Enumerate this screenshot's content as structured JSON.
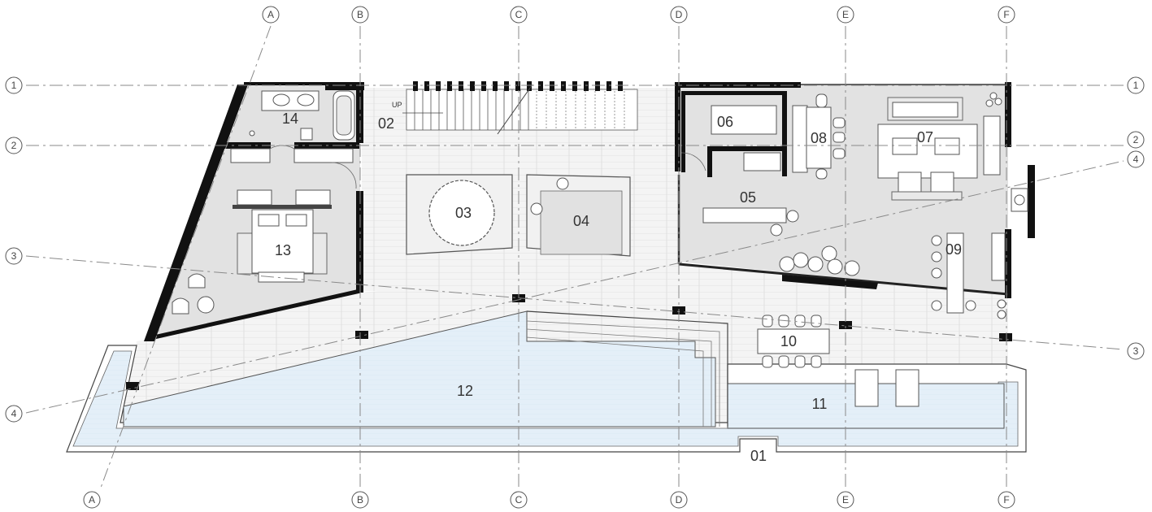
{
  "grid": {
    "columns": [
      "A",
      "B",
      "C",
      "D",
      "E",
      "F"
    ],
    "rows": [
      "1",
      "2",
      "3",
      "4"
    ]
  },
  "rooms": [
    {
      "id": "01",
      "label": "01"
    },
    {
      "id": "02",
      "label": "02"
    },
    {
      "id": "03",
      "label": "03"
    },
    {
      "id": "04",
      "label": "04"
    },
    {
      "id": "05",
      "label": "05"
    },
    {
      "id": "06",
      "label": "06"
    },
    {
      "id": "07",
      "label": "07"
    },
    {
      "id": "08",
      "label": "08"
    },
    {
      "id": "09",
      "label": "09"
    },
    {
      "id": "10",
      "label": "10"
    },
    {
      "id": "11",
      "label": "11"
    },
    {
      "id": "12",
      "label": "12"
    },
    {
      "id": "13",
      "label": "13"
    },
    {
      "id": "14",
      "label": "14"
    }
  ],
  "annotations": {
    "stair": "UP"
  },
  "colors": {
    "interior_floor": "#e3e3e3",
    "terrace_deck": "#f2f2f2",
    "pool_water": "#e4eff8",
    "walls": "#111111"
  }
}
